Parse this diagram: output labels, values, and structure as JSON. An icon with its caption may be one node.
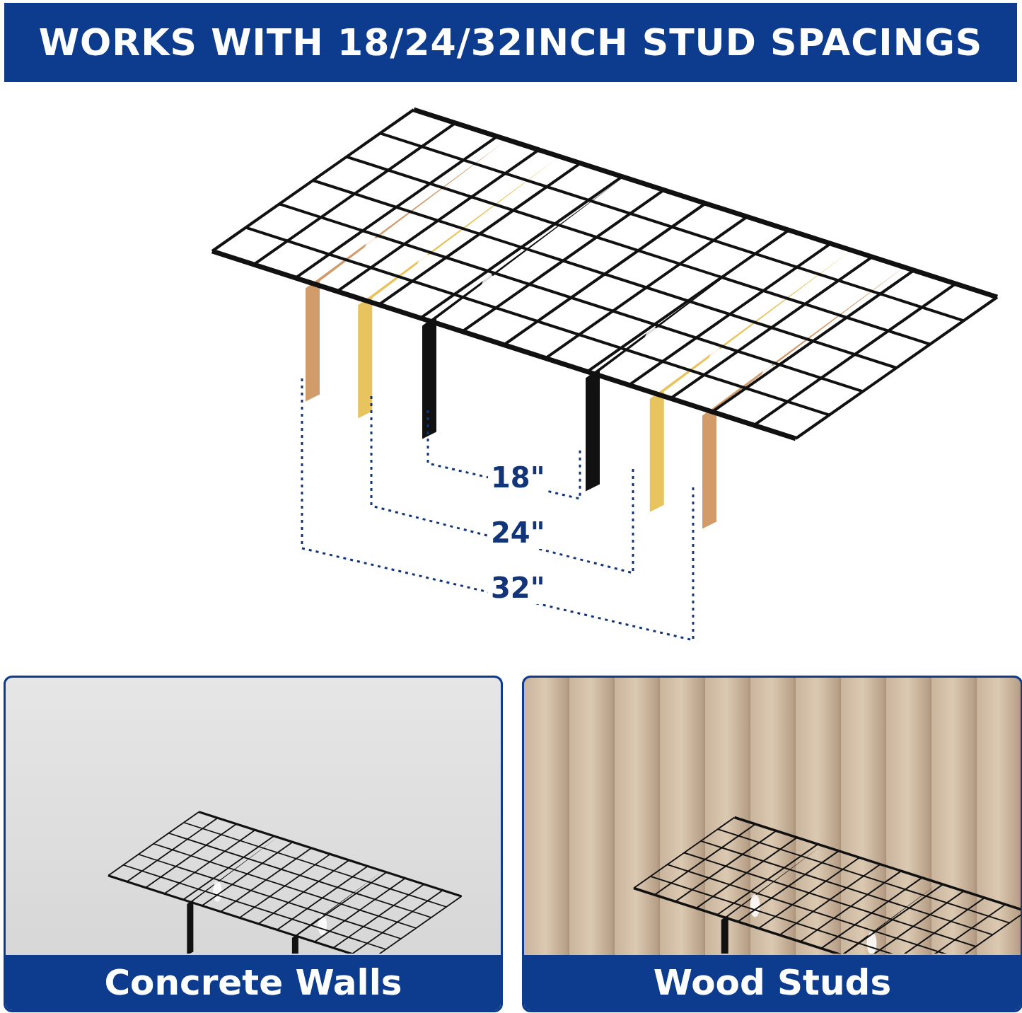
{
  "diagram": {
    "title": "WORKS WITH 18/24/32INCH STUD SPACINGS",
    "nodes": [
      {
        "text": [
          "Concrete Walls"
        ]
      },
      {
        "text": [
          "Wood Studs"
        ]
      }
    ],
    "labels": [
      "18\"",
      "24\"",
      "32\""
    ]
  }
}
